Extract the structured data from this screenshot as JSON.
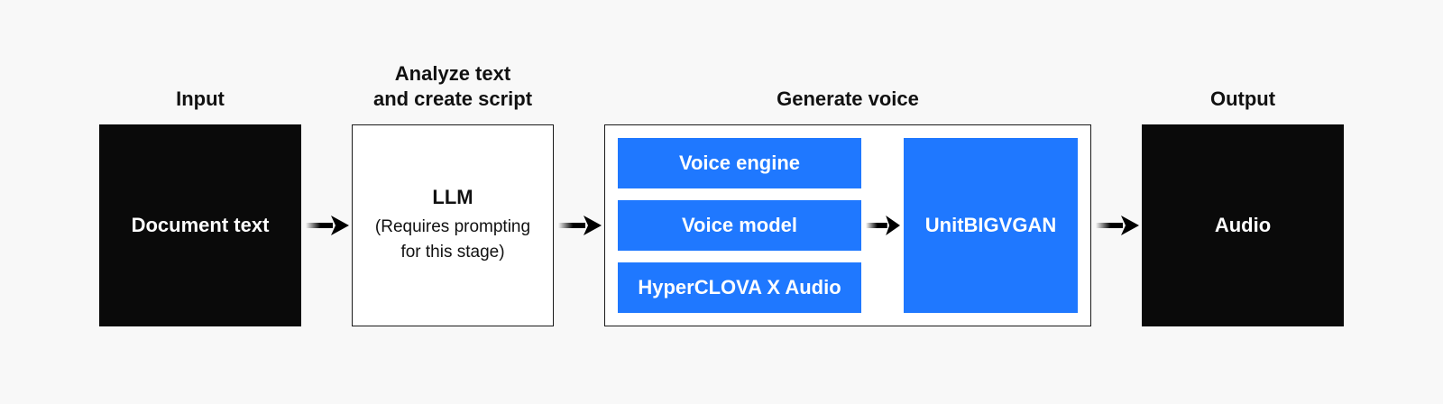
{
  "stages": {
    "input": {
      "title": "Input",
      "box_label": "Document text"
    },
    "analyze": {
      "title_line1": "Analyze text",
      "title_line2": "and create script",
      "box_label": "LLM",
      "box_sub_line1": "(Requires prompting",
      "box_sub_line2": "for this stage)"
    },
    "generate": {
      "title": "Generate voice",
      "blocks": [
        "Voice engine",
        "Voice model",
        "HyperCLOVA X Audio"
      ],
      "vocoder": "UnitBIGVGAN"
    },
    "output": {
      "title": "Output",
      "box_label": "Audio"
    }
  },
  "colors": {
    "dark_box": "#0a0a0a",
    "blue_block": "#1f78ff",
    "background": "#f8f8f8"
  }
}
